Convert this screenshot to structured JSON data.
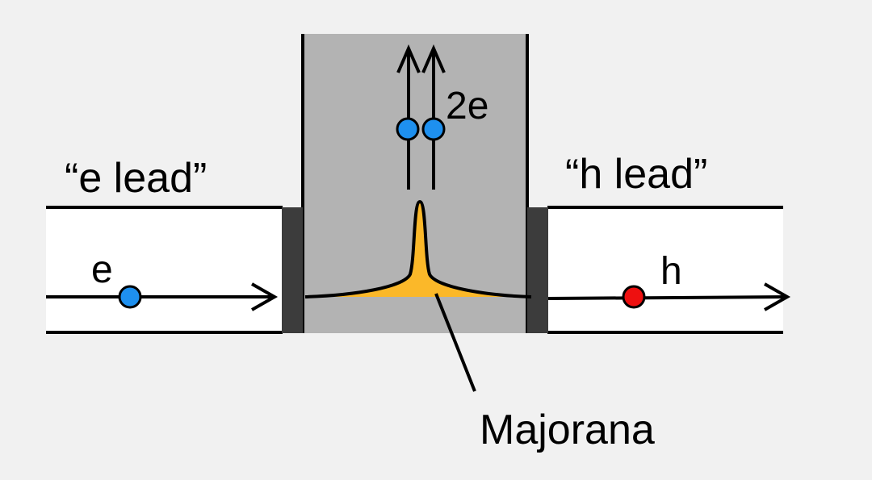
{
  "labels": {
    "left_lead": "“e lead”",
    "right_lead": "“h lead”",
    "incoming_particle": "e",
    "outgoing_particle": "h",
    "cooper_pair": "2e",
    "majorana": "Majorana"
  },
  "colors": {
    "background": "#f1f1f1",
    "lead_fill": "#ffffff",
    "superconductor": "#b3b3b3",
    "barrier": "#3c3c3c",
    "majorana_fill": "#fbb829",
    "electron": "#1e90ef",
    "hole": "#ee1010",
    "line": "#000000"
  },
  "icons": {
    "electron_marker": "blue-circle",
    "hole_marker": "red-circle",
    "arrow": "open-chevron-arrowhead"
  }
}
